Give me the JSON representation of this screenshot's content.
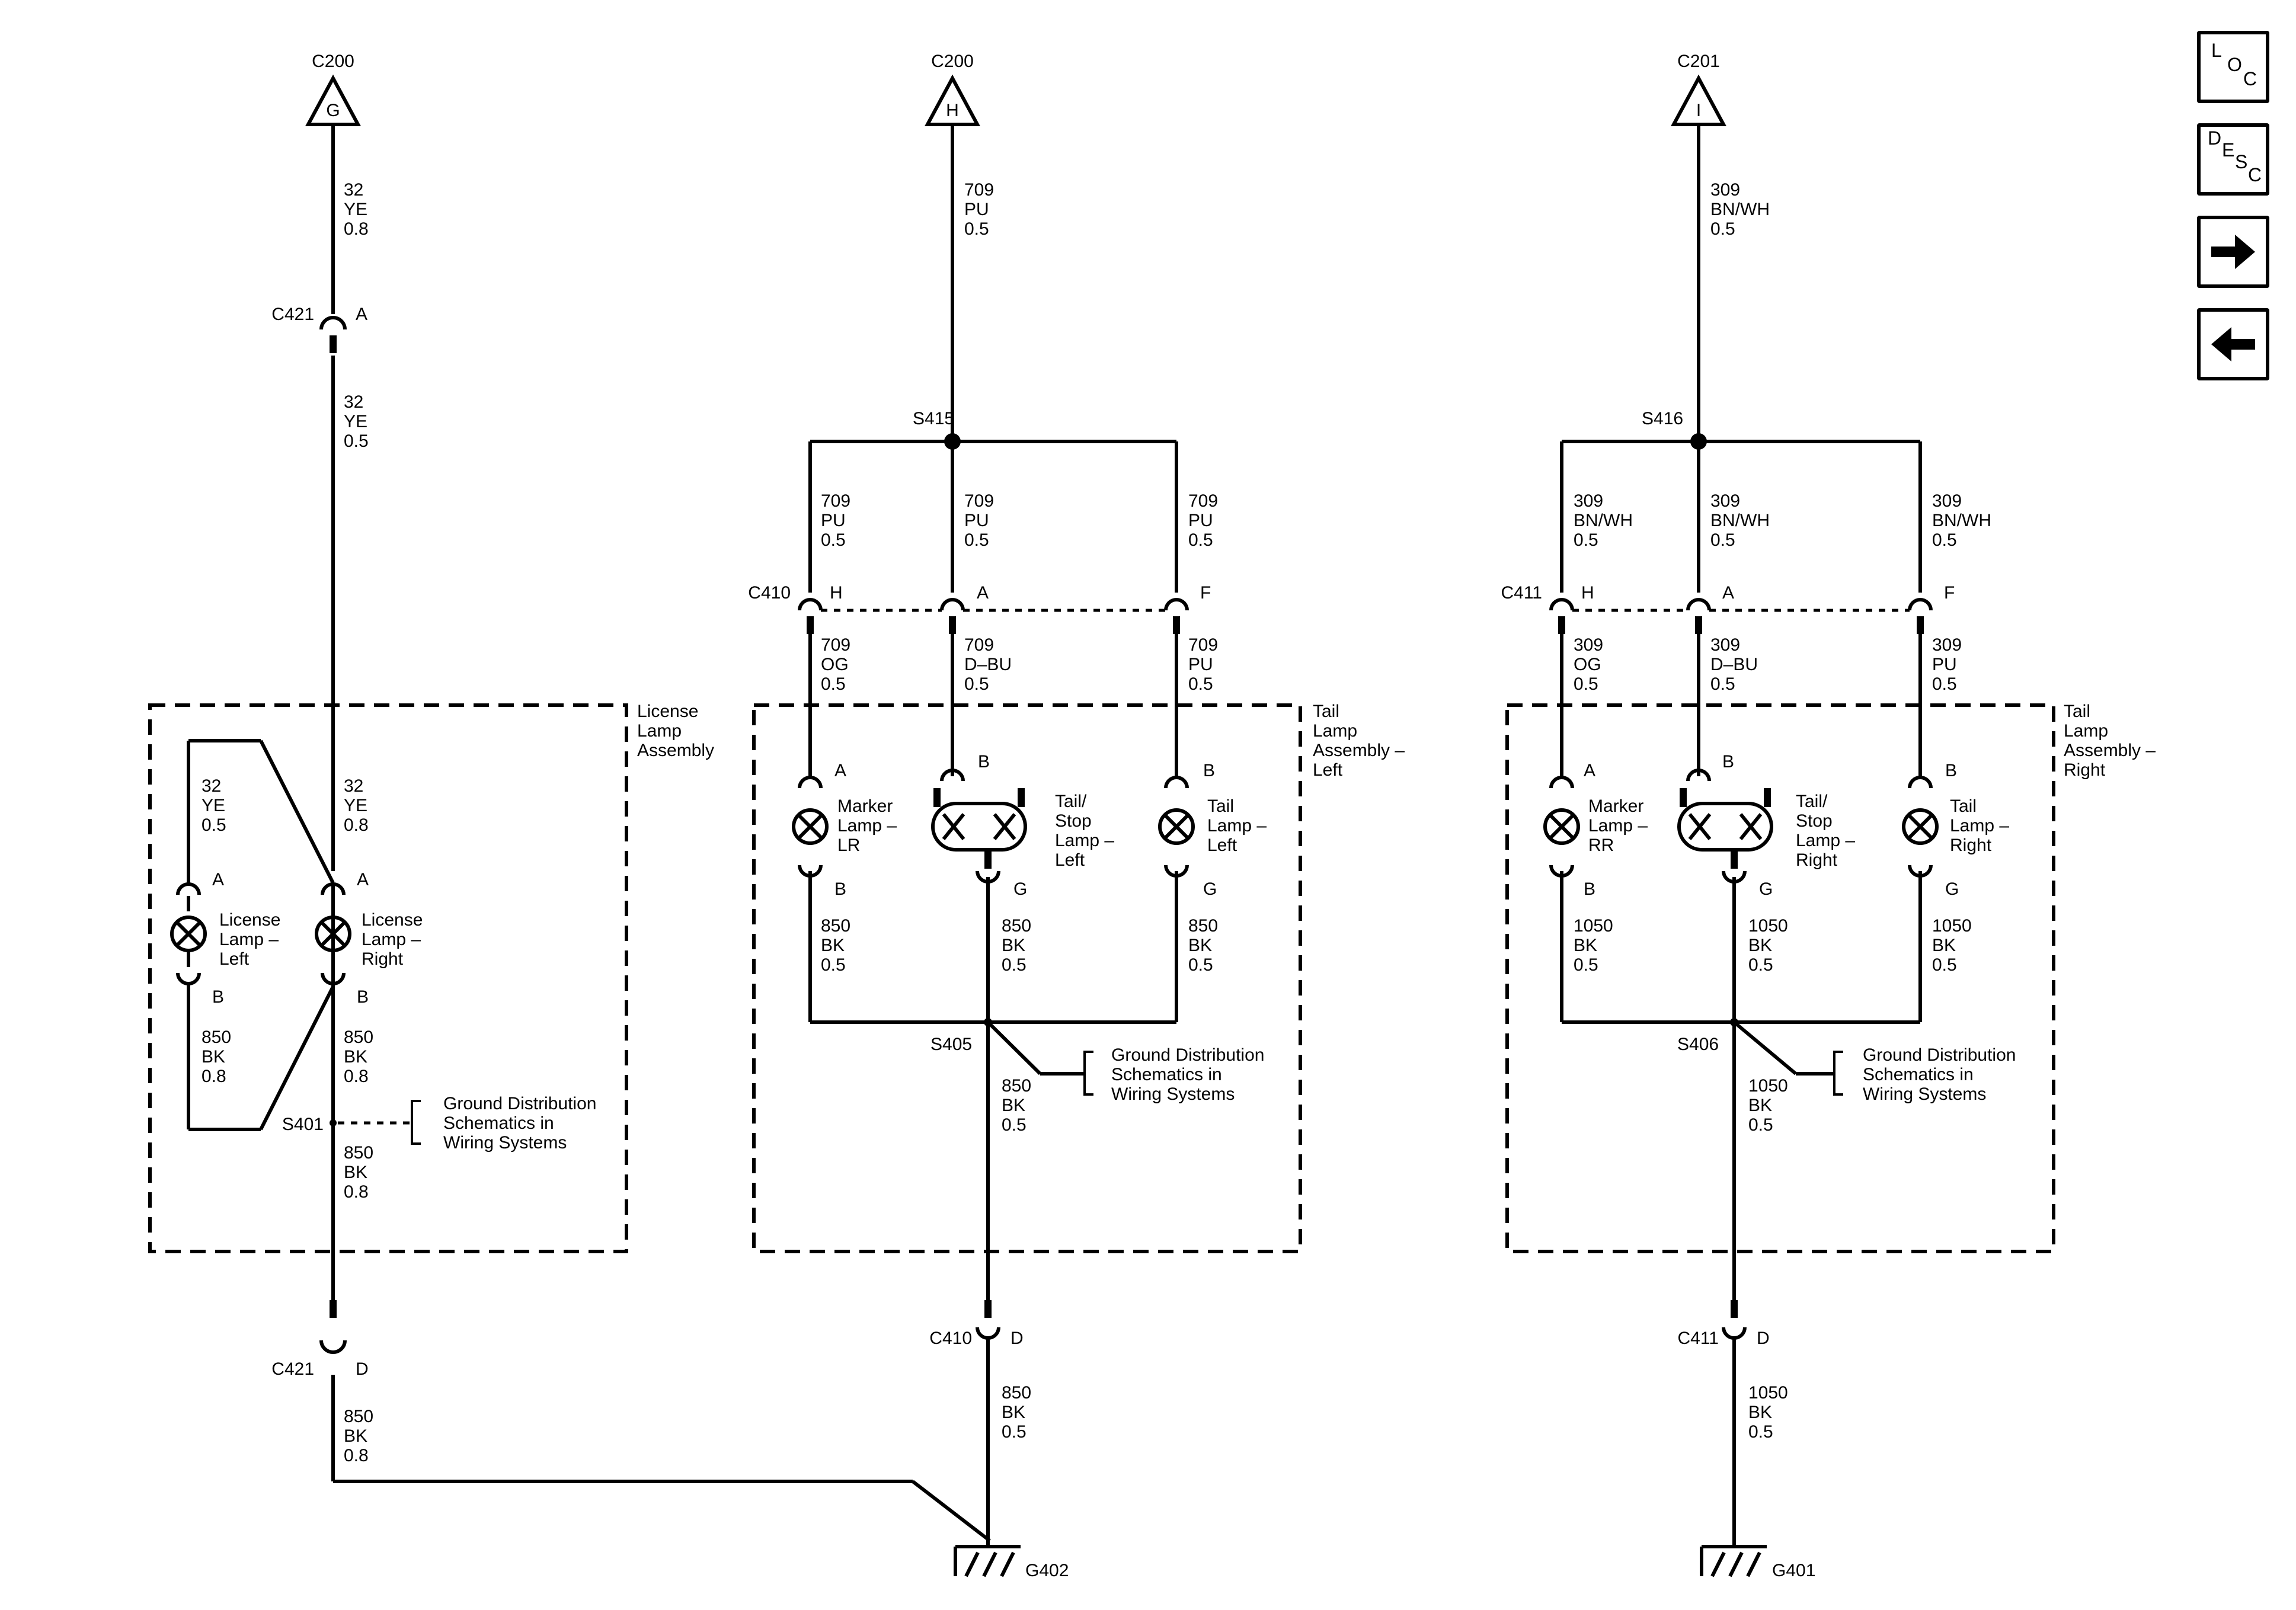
{
  "nav": {
    "loc": [
      "L",
      "O",
      "C"
    ],
    "desc": [
      "D",
      "E",
      "S",
      "C"
    ]
  },
  "connectors": {
    "c200_g": {
      "id": "C200",
      "pin": "G"
    },
    "c200_h": {
      "id": "C200",
      "pin": "H"
    },
    "c201_i": {
      "id": "C201",
      "pin": "I"
    },
    "c421_a": {
      "id": "C421",
      "pin": "A"
    },
    "c421_d": {
      "id": "C421",
      "pin": "D"
    },
    "c410": {
      "id": "C410",
      "pins": [
        "H",
        "A",
        "F"
      ]
    },
    "c411": {
      "id": "C411",
      "pins": [
        "H",
        "A",
        "F"
      ]
    },
    "c410_d": {
      "id": "C410",
      "pin": "D"
    },
    "c411_d": {
      "id": "C411",
      "pin": "D"
    }
  },
  "splices": {
    "s415": "S415",
    "s416": "S416",
    "s405": "S405",
    "s406": "S406",
    "s401": "S401"
  },
  "grounds": {
    "g402": "G402",
    "g401": "G401"
  },
  "assemblies": {
    "license": [
      "License",
      "Lamp",
      "Assembly"
    ],
    "tail_left": [
      "Tail",
      "Lamp",
      "Assembly –",
      "Left"
    ],
    "tail_right": [
      "Tail",
      "Lamp",
      "Assembly –",
      "Right"
    ]
  },
  "lamps": {
    "license_left": {
      "name": [
        "License",
        "Lamp –",
        "Left"
      ],
      "pins": [
        "A",
        "B"
      ]
    },
    "license_right": {
      "name": [
        "License",
        "Lamp –",
        "Right"
      ],
      "pins": [
        "A",
        "B"
      ]
    },
    "marker_lr": {
      "name": [
        "Marker",
        "Lamp –",
        "LR"
      ],
      "pins": [
        "A",
        "B"
      ]
    },
    "tail_stop_left": {
      "name": [
        "Tail/",
        "Stop",
        "Lamp –",
        "Left"
      ],
      "pins": [
        "B",
        "G"
      ]
    },
    "tail_left": {
      "name": [
        "Tail",
        "Lamp –",
        "Left"
      ],
      "pins": [
        "B",
        "G"
      ]
    },
    "marker_rr": {
      "name": [
        "Marker",
        "Lamp –",
        "RR"
      ],
      "pins": [
        "A",
        "B"
      ]
    },
    "tail_stop_right": {
      "name": [
        "Tail/",
        "Stop",
        "Lamp –",
        "Right"
      ],
      "pins": [
        "B",
        "G"
      ]
    },
    "tail_right": {
      "name": [
        "Tail",
        "Lamp –",
        "Right"
      ],
      "pins": [
        "B",
        "G"
      ]
    }
  },
  "ground_refs": {
    "lic": [
      "Ground Distribution",
      "Schematics in",
      "Wiring Systems"
    ],
    "left": [
      "Ground Distribution",
      "Schematics in",
      "Wiring Systems"
    ],
    "right": [
      "Ground Distribution",
      "Schematics in",
      "Wiring Systems"
    ]
  },
  "wires": {
    "w1": [
      "32",
      "YE",
      "0.8"
    ],
    "w2": [
      "32",
      "YE",
      "0.5"
    ],
    "w3": [
      "32",
      "YE",
      "0.5"
    ],
    "w4": [
      "32",
      "YE",
      "0.8"
    ],
    "w5": [
      "850",
      "BK",
      "0.8"
    ],
    "w6": [
      "850",
      "BK",
      "0.8"
    ],
    "w7": [
      "850",
      "BK",
      "0.8"
    ],
    "w8": [
      "709",
      "PU",
      "0.5"
    ],
    "w9": [
      "709",
      "PU",
      "0.5"
    ],
    "w10": [
      "709",
      "PU",
      "0.5"
    ],
    "w11": [
      "709",
      "PU",
      "0.5"
    ],
    "w12": [
      "709",
      "OG",
      "0.5"
    ],
    "w13": [
      "709",
      "D–BU",
      "0.5"
    ],
    "w14": [
      "709",
      "PU",
      "0.5"
    ],
    "w15": [
      "850",
      "BK",
      "0.5"
    ],
    "w16": [
      "850",
      "BK",
      "0.5"
    ],
    "w17": [
      "850",
      "BK",
      "0.5"
    ],
    "w18": [
      "850",
      "BK",
      "0.5"
    ],
    "w19": [
      "850",
      "BK",
      "0.5"
    ],
    "w20": [
      "309",
      "BN/WH",
      "0.5"
    ],
    "w21": [
      "309",
      "BN/WH",
      "0.5"
    ],
    "w22": [
      "309",
      "BN/WH",
      "0.5"
    ],
    "w23": [
      "309",
      "BN/WH",
      "0.5"
    ],
    "w24": [
      "309",
      "OG",
      "0.5"
    ],
    "w25": [
      "309",
      "D–BU",
      "0.5"
    ],
    "w26": [
      "309",
      "PU",
      "0.5"
    ],
    "w27": [
      "1050",
      "BK",
      "0.5"
    ],
    "w28": [
      "1050",
      "BK",
      "0.5"
    ],
    "w29": [
      "1050",
      "BK",
      "0.5"
    ],
    "w30": [
      "1050",
      "BK",
      "0.5"
    ],
    "w31": [
      "1050",
      "BK",
      "0.5"
    ]
  }
}
